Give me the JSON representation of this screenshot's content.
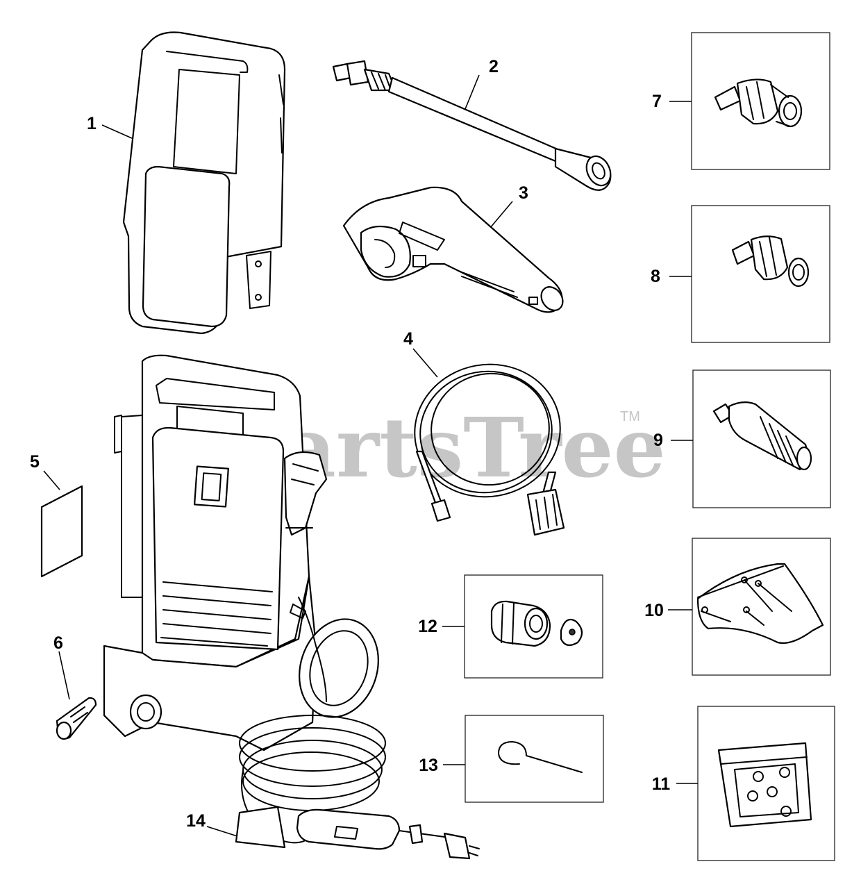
{
  "watermark": {
    "text": "PartsTree",
    "tm": "TM"
  },
  "callouts": [
    {
      "n": "1",
      "name": "cover-panel"
    },
    {
      "n": "2",
      "name": "spray-wand"
    },
    {
      "n": "3",
      "name": "spray-gun"
    },
    {
      "n": "4",
      "name": "high-pressure-hose"
    },
    {
      "n": "5",
      "name": "label-sheet"
    },
    {
      "n": "6",
      "name": "nozzle-tip"
    },
    {
      "n": "7",
      "name": "nozzle-adjustable-a"
    },
    {
      "n": "8",
      "name": "nozzle-adjustable-b"
    },
    {
      "n": "9",
      "name": "turbo-nozzle"
    },
    {
      "n": "10",
      "name": "screw-bag"
    },
    {
      "n": "11",
      "name": "parts-bag"
    },
    {
      "n": "12",
      "name": "inlet-adapter-kit"
    },
    {
      "n": "13",
      "name": "cleaning-pin"
    },
    {
      "n": "14",
      "name": "power-cord-gfci"
    }
  ]
}
